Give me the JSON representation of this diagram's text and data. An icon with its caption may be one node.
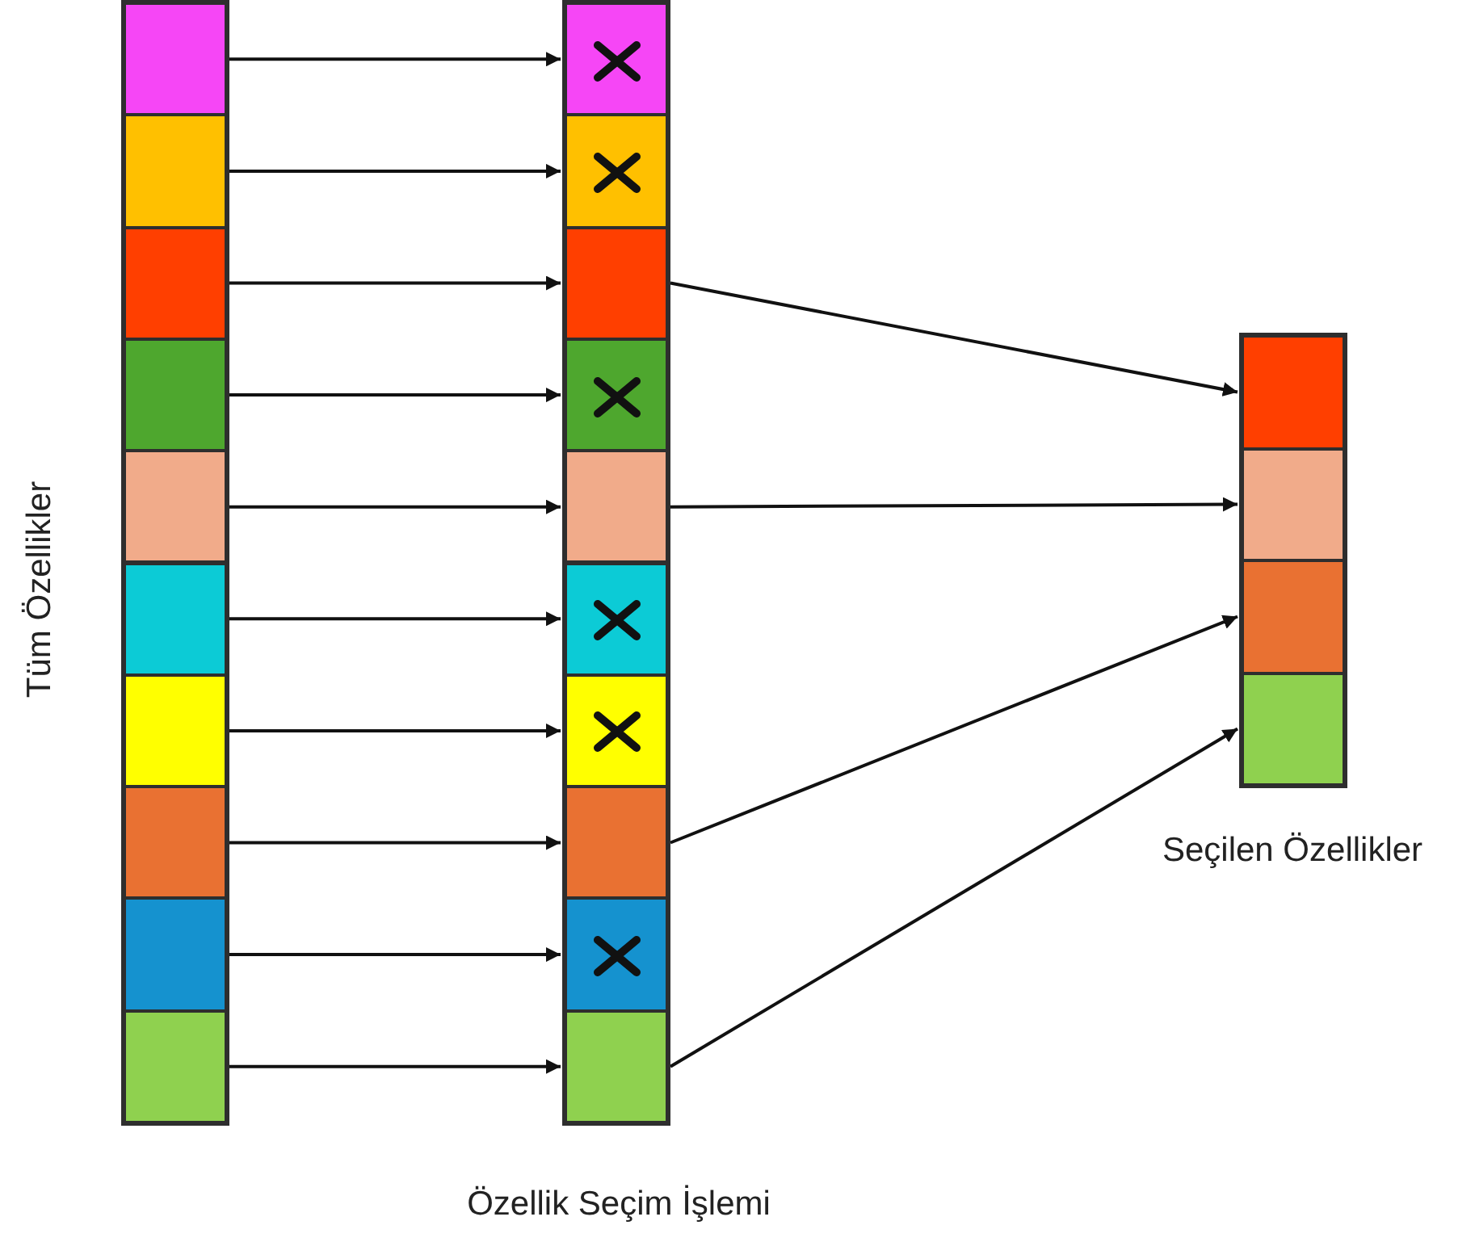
{
  "diagram": {
    "nodes": [
      {
        "text": [],
        "shape": "bar",
        "beside": [
          "Tüm Özellikler"
        ]
      },
      {
        "text": [],
        "shape": "box",
        "in": 0
      },
      {
        "text": [],
        "shape": "box",
        "in": 0
      },
      {
        "text": [],
        "shape": "box",
        "in": 0
      },
      {
        "text": [],
        "shape": "box",
        "in": 0
      },
      {
        "text": [],
        "shape": "box",
        "in": 0
      },
      {
        "text": [],
        "shape": "box",
        "in": 0
      },
      {
        "text": [],
        "shape": "box",
        "in": 0
      },
      {
        "text": [],
        "shape": "box",
        "in": 0
      },
      {
        "text": [],
        "shape": "box",
        "in": 0
      },
      {
        "text": [],
        "shape": "box",
        "in": 0
      },
      {
        "text": [],
        "shape": "bar",
        "beside": [
          "Özellik Seçim İşlemi"
        ]
      },
      {
        "text": [],
        "shape": "box",
        "in": 11
      },
      {
        "text": [],
        "shape": "box",
        "in": 11
      },
      {
        "text": [],
        "shape": "box",
        "in": 11
      },
      {
        "text": [],
        "shape": "box",
        "in": 11
      },
      {
        "text": [],
        "shape": "box",
        "in": 11
      },
      {
        "text": [],
        "shape": "box",
        "in": 11
      },
      {
        "text": [],
        "shape": "box",
        "in": 11
      },
      {
        "text": [],
        "shape": "box",
        "in": 11
      },
      {
        "text": [],
        "shape": "box",
        "in": 11
      },
      {
        "text": [],
        "shape": "box",
        "in": 11
      },
      {
        "text": [],
        "shape": "bar",
        "beside": [
          "Seçilen Özellikler"
        ]
      },
      {
        "text": [],
        "shape": "box",
        "in": 22
      },
      {
        "text": [],
        "shape": "box",
        "in": 22
      },
      {
        "text": [],
        "shape": "box",
        "in": 22
      },
      {
        "text": [],
        "shape": "box",
        "in": 22
      }
    ],
    "edges": [
      {
        "from": 1,
        "to": 12,
        "arrow": "to"
      },
      {
        "from": 2,
        "to": 13,
        "arrow": "to"
      },
      {
        "from": 3,
        "to": 14,
        "arrow": "to"
      },
      {
        "from": 4,
        "to": 15,
        "arrow": "to"
      },
      {
        "from": 5,
        "to": 16,
        "arrow": "to"
      },
      {
        "from": 6,
        "to": 17,
        "arrow": "to"
      },
      {
        "from": 7,
        "to": 18,
        "arrow": "to"
      },
      {
        "from": 8,
        "to": 19,
        "arrow": "to"
      },
      {
        "from": 9,
        "to": 20,
        "arrow": "to"
      },
      {
        "from": 10,
        "to": 21,
        "arrow": "to"
      },
      {
        "from": 14,
        "to": 23,
        "arrow": "to"
      },
      {
        "from": 16,
        "to": 24,
        "arrow": "to"
      },
      {
        "from": 19,
        "to": 25,
        "arrow": "to"
      },
      {
        "from": 21,
        "to": 26,
        "arrow": "to"
      }
    ]
  }
}
